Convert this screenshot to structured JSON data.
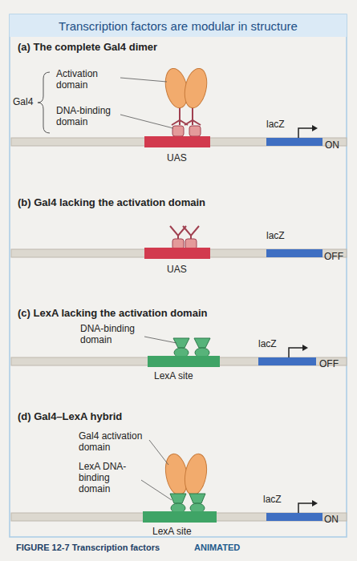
{
  "diagram": {
    "title": "Transcription factors are modular in structure",
    "caption": "FIGURE 12-7 Transcription factors",
    "nodes": [
      {
        "text": [
          "UAS"
        ]
      },
      {
        "text": [
          "lacZ"
        ]
      },
      {
        "text": [
          "UAS"
        ]
      },
      {
        "text": [
          "lacZ"
        ]
      },
      {
        "text": [
          "LexA site"
        ]
      },
      {
        "text": [
          "lacZ"
        ]
      },
      {
        "text": [
          "LexA site"
        ]
      },
      {
        "text": [
          "lacZ"
        ]
      }
    ],
    "labels": [
      "(a) The complete Gal4 dimer",
      "Activation domain",
      "DNA-binding domain",
      "Gal4",
      "ON",
      "(b) Gal4 lacking the activation domain",
      "OFF",
      "(c) LexA lacking the activation domain",
      "DNA-binding domain",
      "OFF",
      "(d) Gal4–LexA hybrid",
      "Gal4 activation domain",
      "LexA DNA-binding domain",
      "ON",
      "ANIMATED"
    ]
  }
}
